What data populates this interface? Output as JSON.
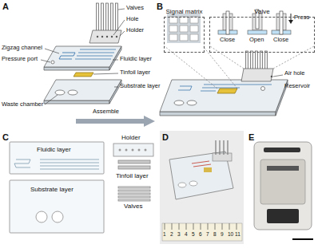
{
  "diagram": {
    "nodes": [
      {
        "text": [
          "Signal matrix"
        ]
      },
      {
        "text": [
          "Valve"
        ]
      }
    ],
    "labels": [
      "A",
      "Valves",
      "Hole",
      "Holder",
      "Zigzag channel",
      "Pressure port",
      "Fluidic layer",
      "Tinfoil layer",
      "Substrate layer",
      "Waste chamber",
      "Assemble",
      "B",
      "Close",
      "Open",
      "Close",
      "Press",
      "Air hole",
      "Reservoir",
      "C",
      "Fluidic layer",
      "Holder",
      "Tinfoil layer",
      "Substrate layer",
      "Valves",
      "D",
      "1",
      "2",
      "3",
      "4",
      "5",
      "6",
      "7",
      "8",
      "9",
      "10",
      "11",
      "E"
    ]
  }
}
